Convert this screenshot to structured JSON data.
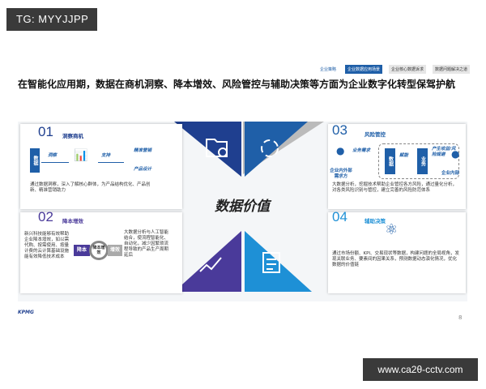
{
  "watermark_top": "TG: MYYJJPP",
  "watermark_bottom": "www.ca2θ-cctv.com",
  "nav_tabs": [
    "企业策略",
    "企业数据应用场景",
    "企业核心数据诉求",
    "数据问题解决之道"
  ],
  "title": "在智能化应用期，数据在商机洞察、降本增效、风险管控与辅助决策等方面为企业数字化转型保驾护航",
  "center_label": "数据价值",
  "cards": [
    {
      "num": "01",
      "head": "洞察商机",
      "box": "数据",
      "arrow1": "洞察",
      "arrow2": "支持",
      "out1": "精准营销",
      "out2": "产品设计",
      "desc": "通过数据洞察，深入了解核心群体，为产品结构优化、产品创新、精准营销助力"
    },
    {
      "num": "02",
      "head": "降本增效",
      "left_desc": "新兴科技能够有效帮助企业降本增效，如以需代购、按需使用、按量计费的云计算基础设施能有效降低技术成本",
      "left_tag": "降本",
      "center_tag": "降本增效",
      "right_tag": "增效",
      "right_desc": "大数据分析与人工智能结合，使流程智能化、自动化，减少因繁琐流程导致的产品生产周期延后"
    },
    {
      "num": "03",
      "head": "风险管控",
      "person1": "企业内外部需求方",
      "arrow1": "业务需求",
      "box1": "数据",
      "arrow2": "赋能",
      "box2": "业务",
      "arrow3": "产生收益/风险规避",
      "person2": "企业内部",
      "desc": "大数据分析，挖掘技术帮助企业管控各方风险，通过量化分析，对各类风险识别与管控，建立完善的风险防范体系"
    },
    {
      "num": "04",
      "head": "辅助决策",
      "desc": "通过市场份额、KPI、交易现状等数据，构建问题的全局视角，发现关联业务、要素间的因果关系，预测数据动态演化情况，优化数据的价值链"
    }
  ],
  "footer_logo": "KPMG",
  "page_number": "8",
  "colors": {
    "dark_blue": "#1f3f8f",
    "blue": "#1f5fa8",
    "purple": "#4a3a9a",
    "light_blue": "#1e90d6"
  }
}
